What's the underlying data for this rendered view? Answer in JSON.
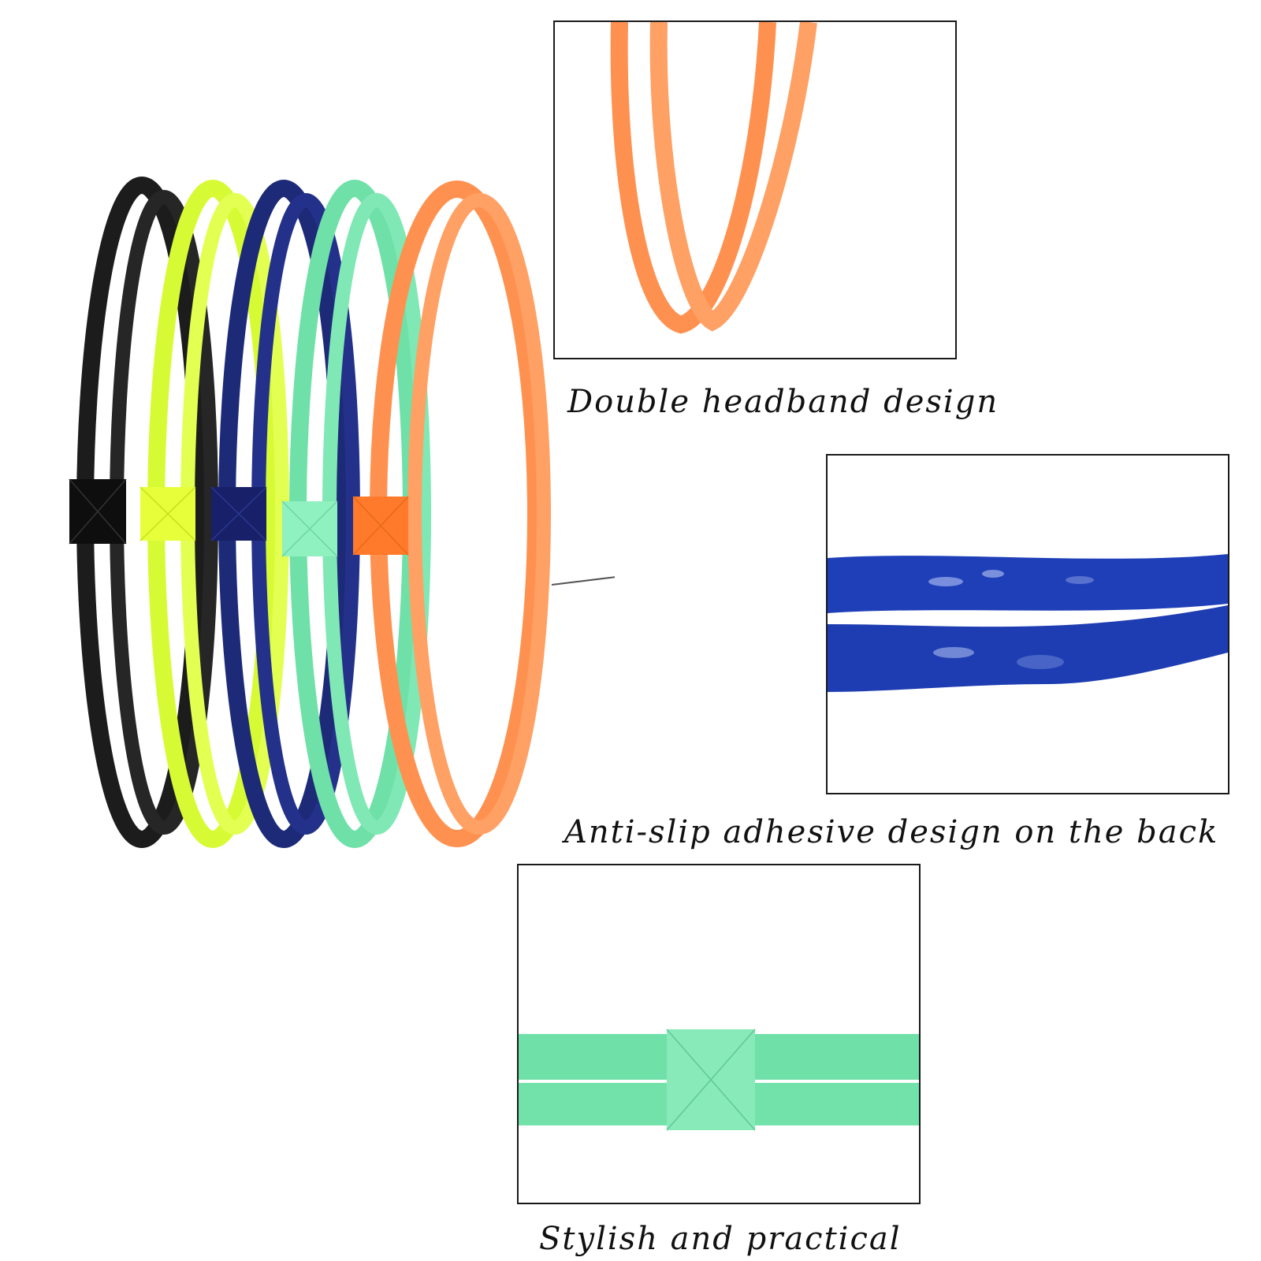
{
  "captions": {
    "double": "Double headband design",
    "antislip": "Anti-slip adhesive design on the back",
    "stylish": "Stylish and practical"
  },
  "colors": {
    "black": "#1c1c1c",
    "yellow": "#dcff3c",
    "navy": "#1d2a78",
    "mint": "#6fe0a8",
    "orange": "#ff9150",
    "blue_closeup": "#1f3fb8",
    "frame_border": "#1a1a1a"
  },
  "headbands": [
    "black",
    "yellow",
    "navy",
    "mint",
    "orange"
  ]
}
